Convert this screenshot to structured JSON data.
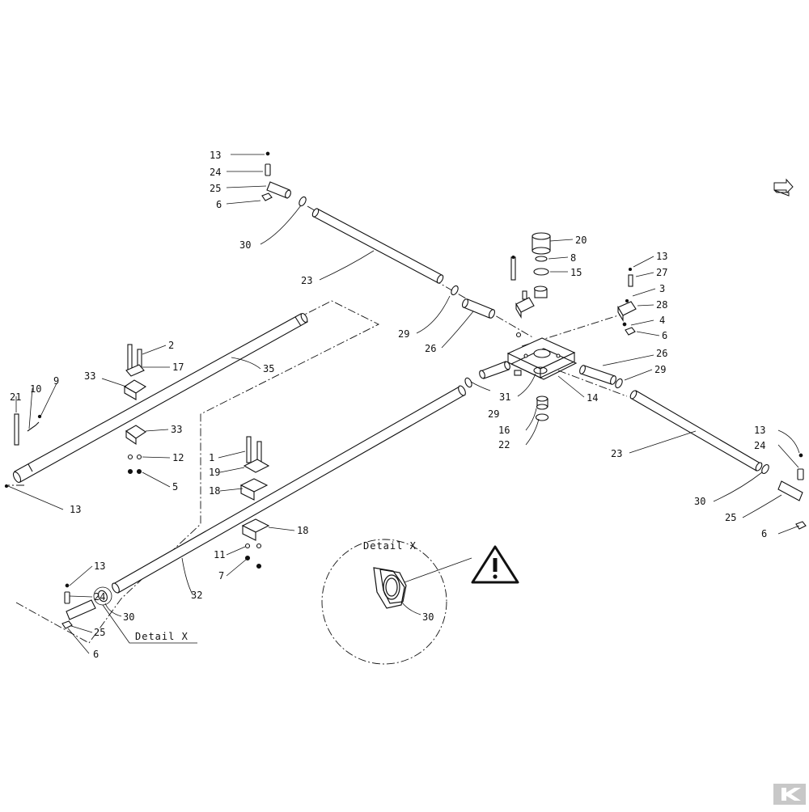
{
  "labels": [
    {
      "id": "l13a",
      "text": "13"
    },
    {
      "id": "l24a",
      "text": "24"
    },
    {
      "id": "l25a",
      "text": "25"
    },
    {
      "id": "l6a",
      "text": "6"
    },
    {
      "id": "l30a",
      "text": "30"
    },
    {
      "id": "l23a",
      "text": "23"
    },
    {
      "id": "l29a",
      "text": "29"
    },
    {
      "id": "l26a",
      "text": "26"
    },
    {
      "id": "l20",
      "text": "20"
    },
    {
      "id": "l8",
      "text": "8"
    },
    {
      "id": "l15",
      "text": "15"
    },
    {
      "id": "l13b",
      "text": "13"
    },
    {
      "id": "l27",
      "text": "27"
    },
    {
      "id": "l3",
      "text": "3"
    },
    {
      "id": "l28",
      "text": "28"
    },
    {
      "id": "l4",
      "text": "4"
    },
    {
      "id": "l6b",
      "text": "6"
    },
    {
      "id": "l26b",
      "text": "26"
    },
    {
      "id": "l29b",
      "text": "29"
    },
    {
      "id": "l31",
      "text": "31"
    },
    {
      "id": "l14",
      "text": "14"
    },
    {
      "id": "l29c",
      "text": "29"
    },
    {
      "id": "l16",
      "text": "16"
    },
    {
      "id": "l22",
      "text": "22"
    },
    {
      "id": "l23b",
      "text": "23"
    },
    {
      "id": "l13c",
      "text": "13"
    },
    {
      "id": "l24c",
      "text": "24"
    },
    {
      "id": "l30c",
      "text": "30"
    },
    {
      "id": "l25c",
      "text": "25"
    },
    {
      "id": "l6c",
      "text": "6"
    },
    {
      "id": "l2",
      "text": "2"
    },
    {
      "id": "l17",
      "text": "17"
    },
    {
      "id": "l35",
      "text": "35"
    },
    {
      "id": "l33a",
      "text": "33"
    },
    {
      "id": "l33b",
      "text": "33"
    },
    {
      "id": "l12",
      "text": "12"
    },
    {
      "id": "l5",
      "text": "5"
    },
    {
      "id": "l21",
      "text": "21"
    },
    {
      "id": "l10",
      "text": "10"
    },
    {
      "id": "l9",
      "text": "9"
    },
    {
      "id": "l13d",
      "text": "13"
    },
    {
      "id": "l1",
      "text": "1"
    },
    {
      "id": "l19",
      "text": "19"
    },
    {
      "id": "l18a",
      "text": "18"
    },
    {
      "id": "l18b",
      "text": "18"
    },
    {
      "id": "l11",
      "text": "11"
    },
    {
      "id": "l7",
      "text": "7"
    },
    {
      "id": "l32",
      "text": "32"
    },
    {
      "id": "l13e",
      "text": "13"
    },
    {
      "id": "l24e",
      "text": "24"
    },
    {
      "id": "l25e",
      "text": "25"
    },
    {
      "id": "l6e",
      "text": "6"
    },
    {
      "id": "l30e",
      "text": "30"
    },
    {
      "id": "l30d",
      "text": "30"
    }
  ],
  "detail_label_main": "Detail X",
  "detail_label_circle": "Detail X",
  "icons": {
    "warning": "warning-triangle-icon",
    "nav": "next-page-arrow-icon",
    "logo": "brand-logo-icon"
  },
  "colors": {
    "line": "#111111",
    "ink": "#111111",
    "background": "#ffffff"
  }
}
